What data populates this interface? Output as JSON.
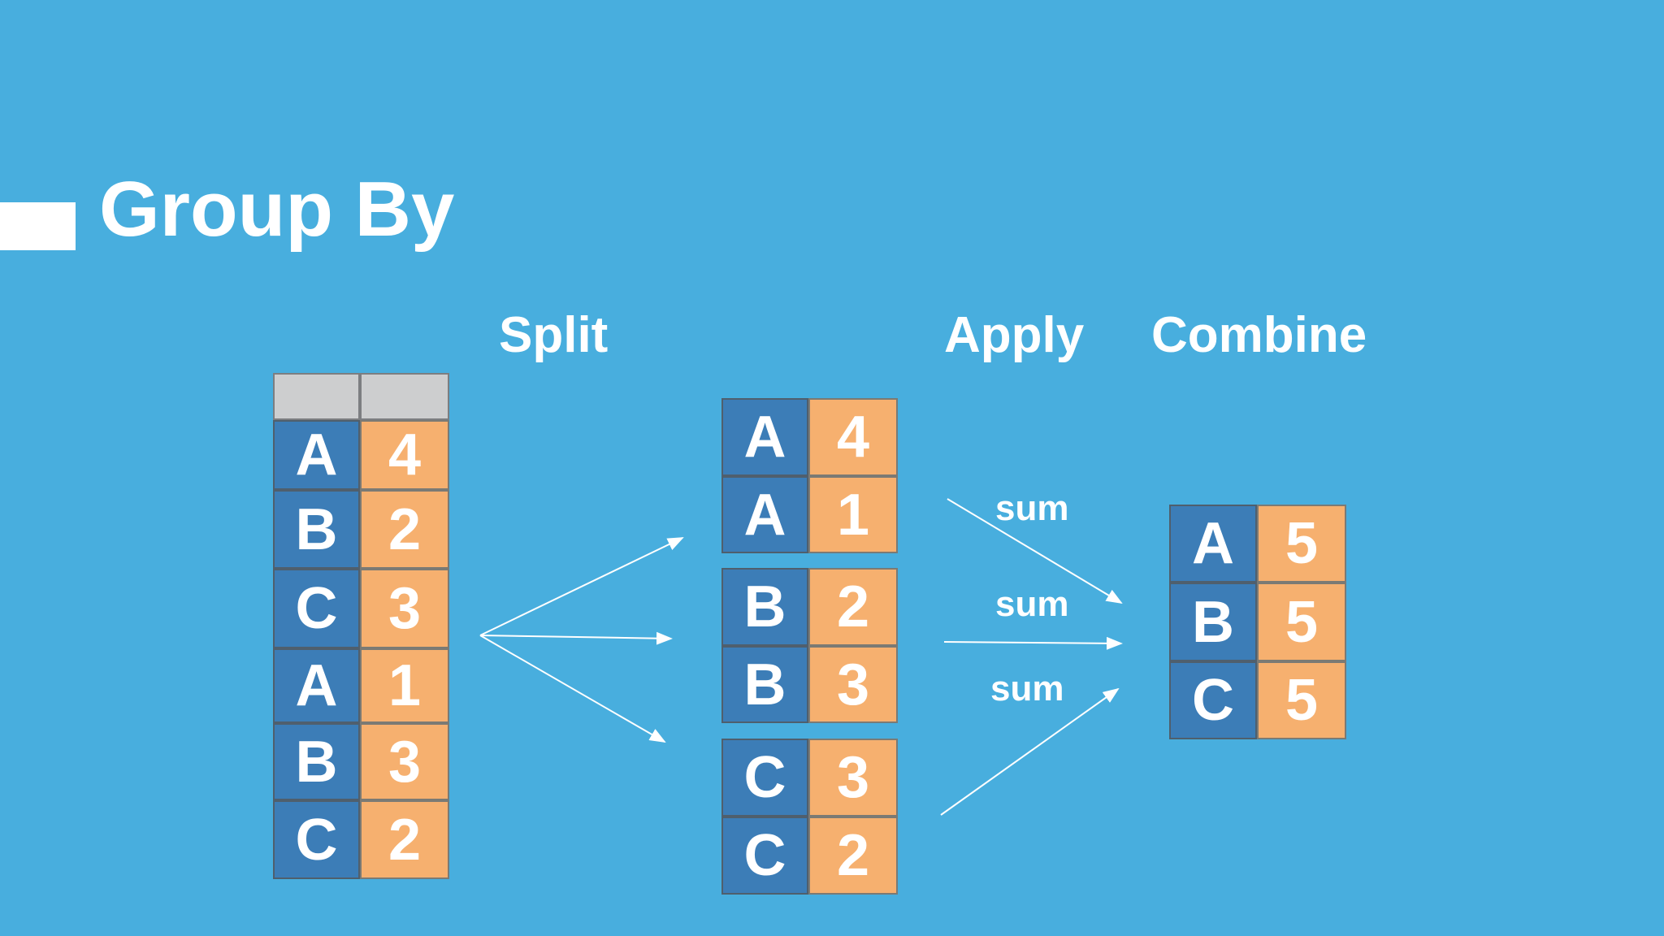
{
  "title": "Group By",
  "steps": {
    "split": "Split",
    "apply": "Apply",
    "combine": "Combine"
  },
  "operation": "sum",
  "source_table": {
    "rows": [
      {
        "key": "A",
        "value": "4"
      },
      {
        "key": "B",
        "value": "2"
      },
      {
        "key": "C",
        "value": "3"
      },
      {
        "key": "A",
        "value": "1"
      },
      {
        "key": "B",
        "value": "3"
      },
      {
        "key": "C",
        "value": "2"
      }
    ]
  },
  "groups": [
    {
      "rows": [
        {
          "key": "A",
          "value": "4"
        },
        {
          "key": "A",
          "value": "1"
        }
      ]
    },
    {
      "rows": [
        {
          "key": "B",
          "value": "2"
        },
        {
          "key": "B",
          "value": "3"
        }
      ]
    },
    {
      "rows": [
        {
          "key": "C",
          "value": "3"
        },
        {
          "key": "C",
          "value": "2"
        }
      ]
    }
  ],
  "result_table": {
    "rows": [
      {
        "key": "A",
        "value": "5"
      },
      {
        "key": "B",
        "value": "5"
      },
      {
        "key": "C",
        "value": "5"
      }
    ]
  },
  "colors": {
    "background": "#48AEDE",
    "key_cell": "#3C7DB7",
    "value_cell": "#F6B06F",
    "header_cell": "#CDCECF",
    "text": "#FFFFFF"
  }
}
